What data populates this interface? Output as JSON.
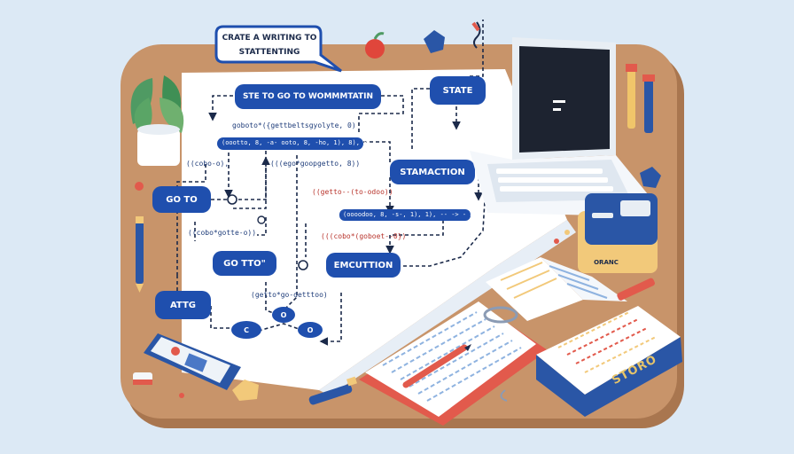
{
  "speech_bubble": {
    "line1": "CRATE A WRITING TO",
    "line2": "STATTENTING"
  },
  "nodes": {
    "top_center": "STE TO GO TO WOMMMTATIN",
    "state": "STATE",
    "stamaction": "STAMACTION",
    "go_to": "GO TO",
    "go_to_quote": "GO TTO\"",
    "emcution": "EMCUTTION",
    "attg": "ATTG",
    "circle_c": "C",
    "circle_o1": "O",
    "circle_o2": "O"
  },
  "code_snippets": {
    "s1": "goboto*({gettbeltsgyolyte, 0)",
    "s2": "(oootto, 8, -a- ooto, 8, -ho, 1), 8), 8)",
    "s3": "((cobo-o),",
    "s4": "(((ego*goopgetto, 8))",
    "s5": "((getto--(to-odoo))",
    "s6": "(oooodoo, 8, -s-, 1), 1), -- -> - 8)",
    "s7": "((cobo*gotte-o))",
    "s8": "(((cobo*(goboet--0})",
    "s9": "(getto*go-detttoo)"
  },
  "book_title": "STORO",
  "box_label": "ORANC",
  "colors": {
    "background": "#dce9f5",
    "desk": "#c8946a",
    "paper": "#ffffff",
    "node_blue": "#1f4fae",
    "book_blue": "#2a56a6",
    "notepad_red": "#e25a4c",
    "connector": "#1b2a4a"
  }
}
